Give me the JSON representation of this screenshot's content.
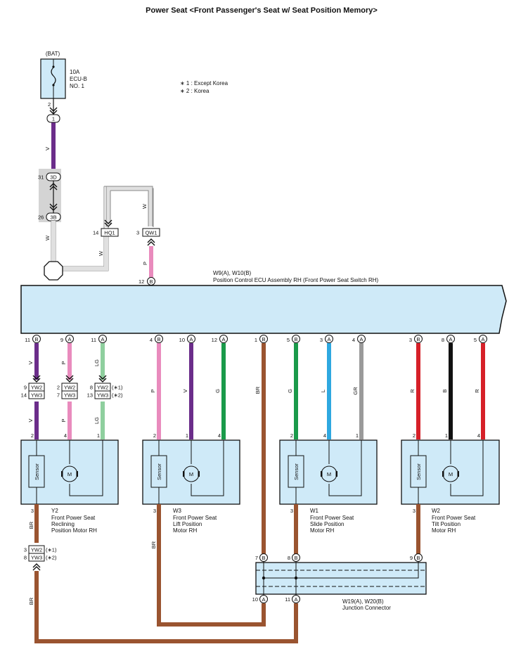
{
  "title": "Power Seat <Front Passenger's Seat w/ Seat Position Memory>",
  "notes": [
    "∗ 1 : Except Korea",
    "∗ 2 : Korea"
  ],
  "battery": {
    "source": "(BAT)",
    "rating": "10A",
    "name": "ECU-B",
    "no": "NO. 1",
    "pin": "2"
  },
  "wire_colors": {
    "V": "#6b2d8a",
    "P": "#e98bbd",
    "LG": "#8fcf9e",
    "W": "#e0e0e0",
    "G": "#1a9a4a",
    "L": "#2ea8e0",
    "GR": "#9a9a9a",
    "R": "#d62028",
    "B": "#111111",
    "BR": "#9a5430"
  },
  "box_fill": "#cfeaf8",
  "connectors": {
    "c1": "1",
    "3d": "3D",
    "3b": "3B",
    "p31": "31",
    "p26": "26",
    "hq1": "HQ1",
    "hq1_pin": "14",
    "qw1": "QW1",
    "qw1_pin": "3",
    "ecu_top_pin": "12",
    "ecu_top_sel": "B"
  },
  "ecu": {
    "id": "W9(A), W10(B)",
    "name": "Position Control ECU Assembly RH (Front Power Seat Switch RH)"
  },
  "ecu_pins": [
    {
      "pin": "11",
      "sel": "B",
      "wire": "V"
    },
    {
      "pin": "9",
      "sel": "A",
      "wire": "P"
    },
    {
      "pin": "11",
      "sel": "A",
      "wire": "LG"
    },
    {
      "pin": "4",
      "sel": "B",
      "wire": "P"
    },
    {
      "pin": "10",
      "sel": "A",
      "wire": "V"
    },
    {
      "pin": "12",
      "sel": "A",
      "wire": "G"
    },
    {
      "pin": "1",
      "sel": "B",
      "wire": "BR"
    },
    {
      "pin": "5",
      "sel": "B",
      "wire": "G"
    },
    {
      "pin": "3",
      "sel": "A",
      "wire": "L"
    },
    {
      "pin": "4",
      "sel": "A",
      "wire": "GR"
    },
    {
      "pin": "3",
      "sel": "B",
      "wire": "R"
    },
    {
      "pin": "8",
      "sel": "A",
      "wire": "B"
    },
    {
      "pin": "5",
      "sel": "A",
      "wire": "R"
    }
  ],
  "inline": [
    {
      "p1": "9",
      "c1": "YW2",
      "p2": "14",
      "c2": "YW3",
      "wire": "V",
      "wire2": "V"
    },
    {
      "p1": "2",
      "c1": "YW2",
      "p2": "7",
      "c2": "YW3",
      "wire": "P",
      "wire2": "P"
    },
    {
      "p1": "8",
      "c1": "YW2",
      "p2": "13",
      "c2": "YW3",
      "wire": "LG",
      "wire2": "LG",
      "n1": "(∗1)",
      "n2": "(∗2)"
    }
  ],
  "motors": [
    {
      "id": "Y2",
      "l1": "Front Power Seat",
      "l2": "Reclining",
      "l3": "Position Motor RH",
      "sensor": "Sensor",
      "m": "M",
      "pins": [
        "2",
        "4",
        "1"
      ],
      "gnd": "3"
    },
    {
      "id": "W3",
      "l1": "Front Power Seat",
      "l2": "Lift Position",
      "l3": "Motor RH",
      "sensor": "Sensor",
      "m": "M",
      "pins": [
        "2",
        "1",
        "4"
      ],
      "gnd": "3"
    },
    {
      "id": "W1",
      "l1": "Front Power Seat",
      "l2": "Slide Position",
      "l3": "Motor RH",
      "sensor": "Sensor",
      "m": "M",
      "pins": [
        "2",
        "4",
        "1"
      ],
      "gnd": "3"
    },
    {
      "id": "W2",
      "l1": "Front Power Seat",
      "l2": "Tilt Position",
      "l3": "Motor RH",
      "sensor": "Sensor",
      "m": "M",
      "pins": [
        "2",
        "1",
        "4"
      ],
      "gnd": "3"
    }
  ],
  "y2_inline": {
    "p1": "3",
    "c1": "YW2",
    "n1": "(∗1)",
    "p2": "8",
    "c2": "YW3",
    "n2": "(∗2)"
  },
  "junction": {
    "id": "W19(A), W20(B)",
    "name": "Junction Connector",
    "top": [
      {
        "pin": "7",
        "sel": "B"
      },
      {
        "pin": "8",
        "sel": "B"
      },
      {
        "pin": "9",
        "sel": "B"
      }
    ],
    "bottom": [
      {
        "pin": "10",
        "sel": "A"
      },
      {
        "pin": "11",
        "sel": "A"
      }
    ]
  }
}
